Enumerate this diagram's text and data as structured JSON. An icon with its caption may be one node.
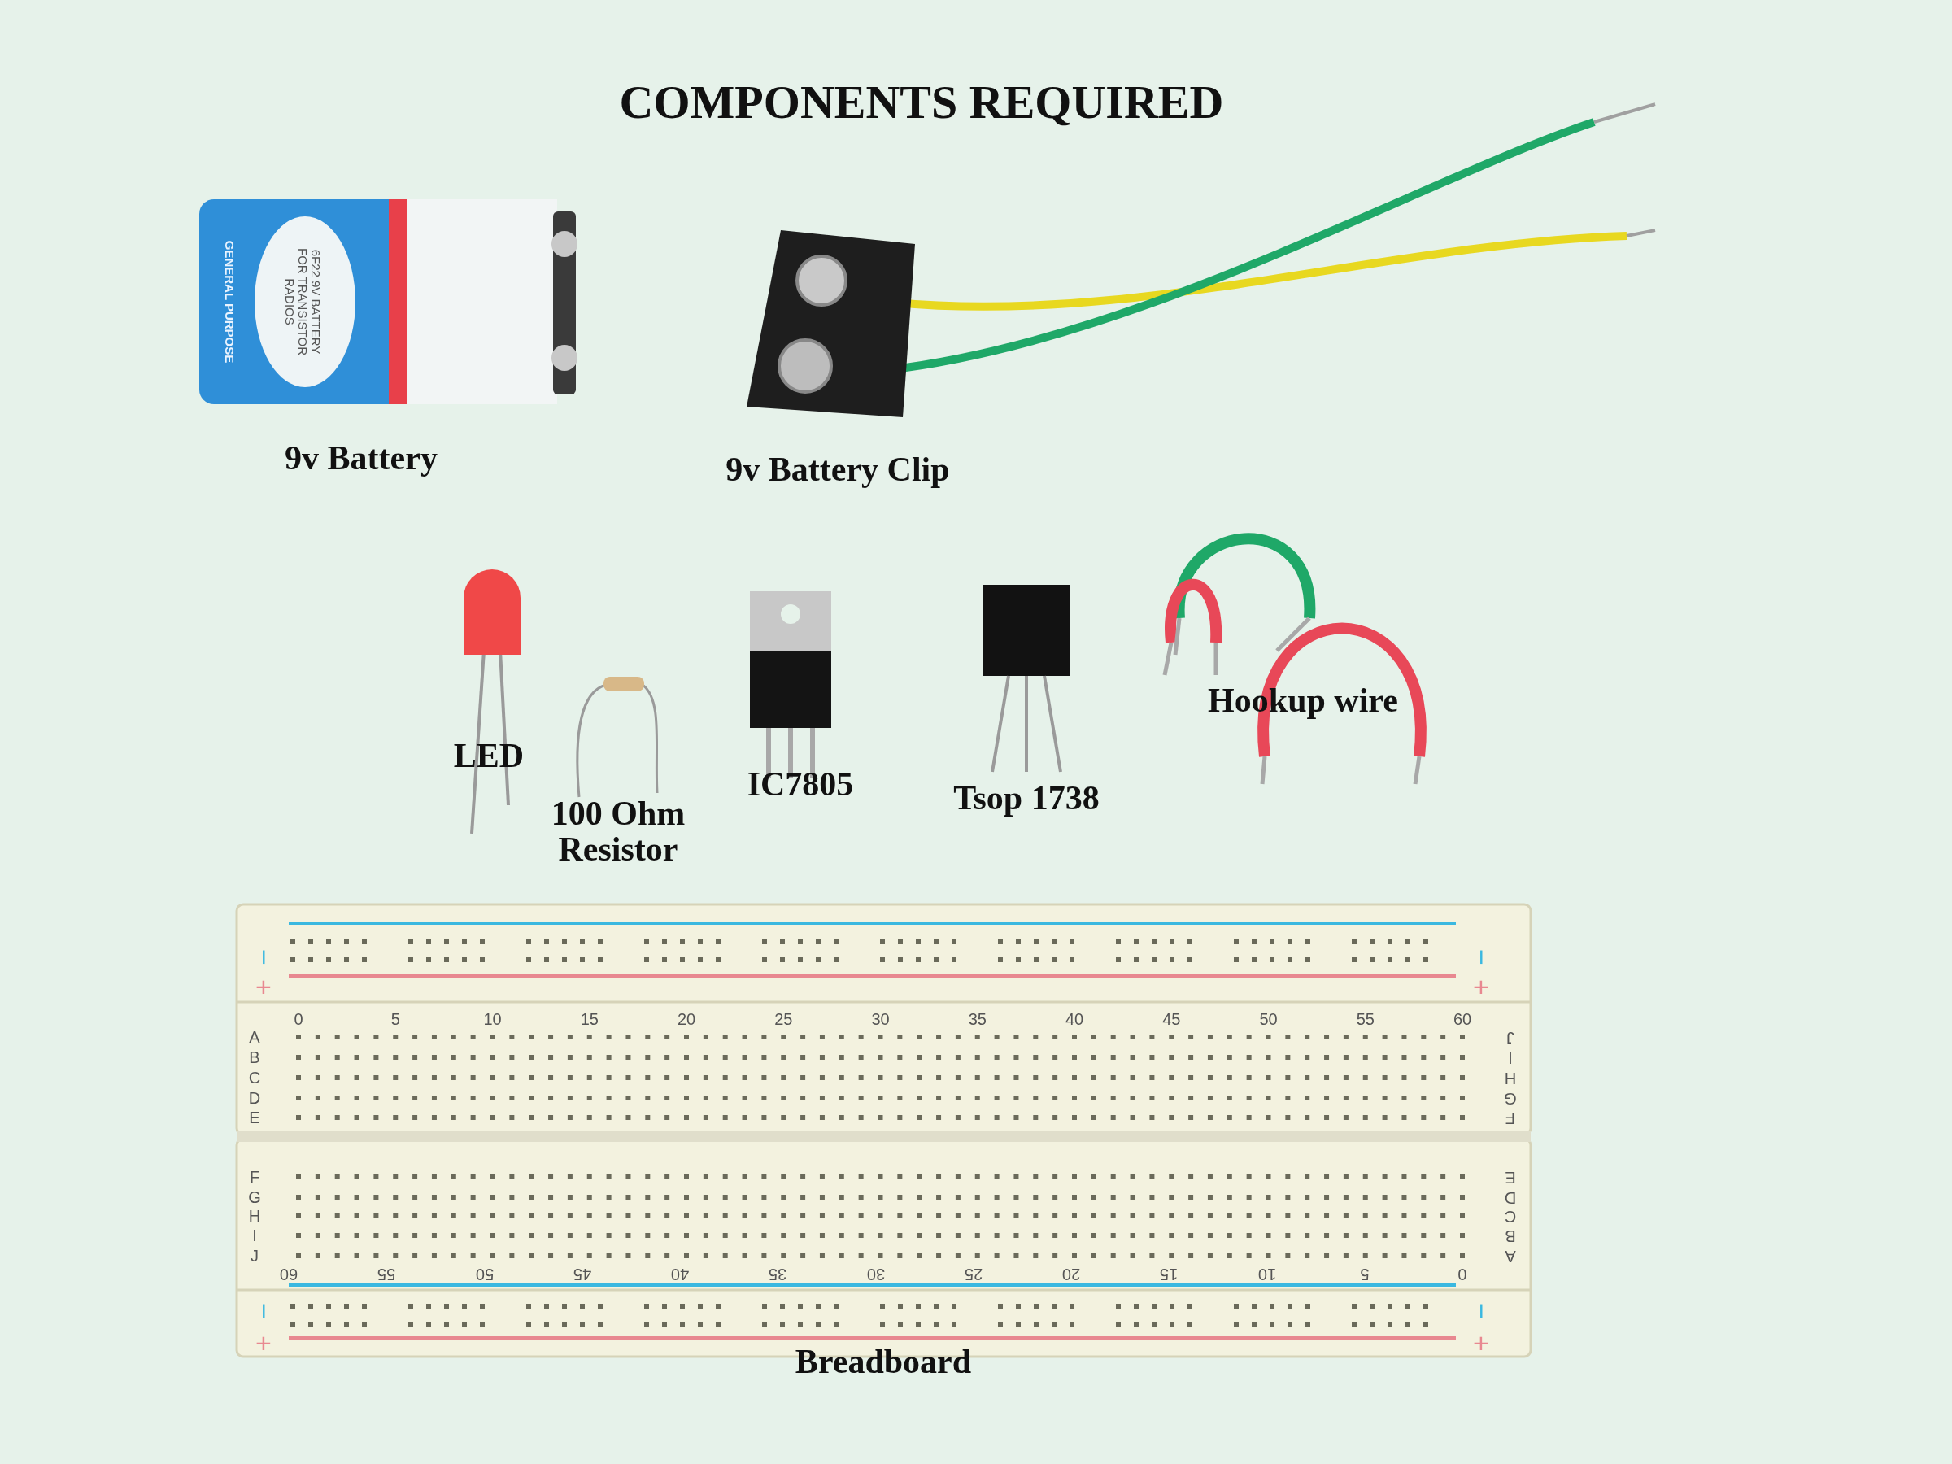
{
  "diagram": {
    "title": "COMPONENTS REQUIRED",
    "labels": [
      "GENERAL PURPOSE",
      "6F22 9V BATTERY FOR TRANSISTOR RADIOS",
      "9v Battery",
      "9v Battery Clip",
      "LED",
      "Hookup wire",
      "IC7805",
      "Tsop 1738",
      "100 Ohm Resistor",
      "−",
      "+",
      "−",
      "+",
      "0",
      "5",
      "10",
      "15",
      "20",
      "25",
      "30",
      "35",
      "40",
      "45",
      "50",
      "55",
      "60",
      "A",
      "B",
      "C",
      "D",
      "E",
      "J",
      "I",
      "H",
      "G",
      "F",
      "F",
      "G",
      "H",
      "I",
      "J",
      "E",
      "D",
      "C",
      "B",
      "A",
      "60",
      "55",
      "50",
      "45",
      "40",
      "35",
      "30",
      "25",
      "20",
      "15",
      "10",
      "5",
      "0",
      "−",
      "+",
      "−",
      "+",
      "Breadboard"
    ]
  }
}
